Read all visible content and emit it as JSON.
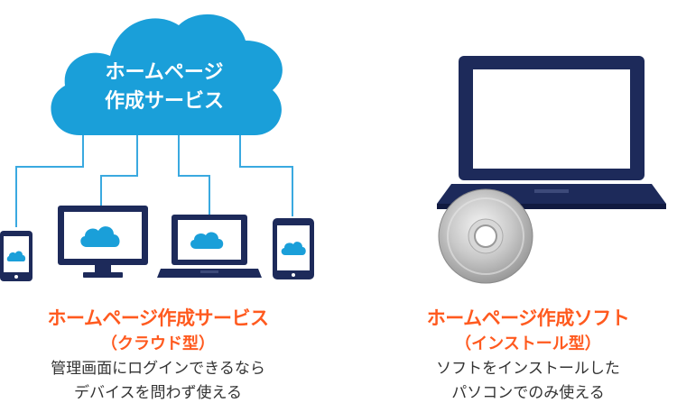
{
  "cloud": {
    "line1": "ホームページ",
    "line2": "作成サービス"
  },
  "left": {
    "title": "ホームページ作成サービス",
    "subtitle": "（クラウド型）",
    "desc_line1": "管理画面にログインできるなら",
    "desc_line2": "デバイスを問わず使える"
  },
  "right": {
    "title": "ホームページ作成ソフト",
    "subtitle": "（インストール型）",
    "desc_line1": "ソフトをインストールした",
    "desc_line2": "パソコンでのみ使える"
  },
  "colors": {
    "cloud_blue": "#1a9fd9",
    "device_navy": "#1d2a5a",
    "accent_orange": "#ff5a1f",
    "connector_blue": "#3aa9e0"
  }
}
